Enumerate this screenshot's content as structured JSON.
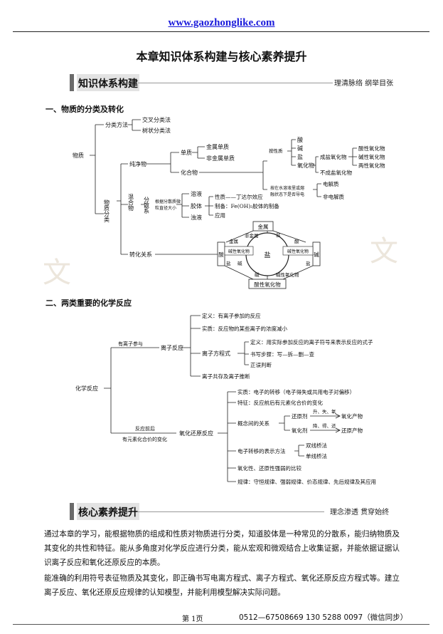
{
  "header": {
    "url": "www.gaozhonglike.com"
  },
  "title": "本章知识体系构建与核心素养提升",
  "banner1": {
    "label": "知识体系构建",
    "right": "理清脉络  纲举目张"
  },
  "section1": {
    "heading": "一、物质的分类及转化"
  },
  "tree1": {
    "root": "物质",
    "method": "分类方法",
    "methods": [
      "交叉分类法",
      "树状分类法"
    ],
    "classify": "物质分类",
    "pure": "纯净物",
    "element": "单质",
    "elements": [
      "金属单质",
      "非金属单质"
    ],
    "compound": "化合物",
    "by_property": "按性质",
    "acid": "酸",
    "base": "碱",
    "salt": "盐",
    "oxide": "氧化物",
    "salt_oxide": "成盐氧化物",
    "oxide_types": [
      "酸性氧化物",
      "碱性氧化物",
      "两性氧化物"
    ],
    "nonsalt_oxide": "不成盐氧化物",
    "by_conduct_1": "按在水溶液里或熔",
    "by_conduct_2": "融状态下是否导电",
    "electrolyte": "电解质",
    "nonelectrolyte": "非电解质",
    "mixture": "混合物",
    "dispersion": "分散系",
    "by_size_1": "根据分散质微",
    "by_size_2": "粒直径大小",
    "solution": "溶液",
    "colloid": "胶体",
    "suspension": "浊液",
    "colloid_items": [
      "性质——丁达尔效应",
      "制备：Fe(OH)₃胶体的制备",
      "应用"
    ],
    "relation": "转化关系"
  },
  "wheel": {
    "center": "盐",
    "top_box": "金属",
    "bottom_box": "酸性氧化物",
    "left_box": "酸",
    "right_box": "碱",
    "left_inner": "碱性氧化物",
    "right_inner": "碱性氧化物",
    "labels": [
      "非金属",
      "盐",
      "金属",
      "酸",
      "盐",
      "盐",
      "碱",
      "碱性氧化物",
      "碱"
    ]
  },
  "section2": {
    "heading": "二、两类重要的化学反应"
  },
  "tree2": {
    "root": "化学反应",
    "cond1": "有离子参与",
    "ionic": "离子反应",
    "ionic_def": "定义：有离子参加的反应",
    "ionic_essence": "实质：反应物的某些离子的浓度减小",
    "ionic_eq": "离子方程式",
    "eq_def": "定义：用实际参加反应的离子符号来表示反应的式子",
    "eq_steps": "书写步骤：写—拆—删—查",
    "eq_check": "正误判断",
    "coexist": "离子共存及离子推断",
    "cond2a": "反应前后",
    "cond2b": "有元素化合价的变化",
    "redox": "氧化还原反应",
    "essence": "实质：电子的转移（电子得失或共用电子对偏移）",
    "feature": "特征：反应前后有元素化合价的变化",
    "concepts": "概念间的关系",
    "reducer": "还原剂",
    "oxidizer": "氧化剂",
    "reducer_arrow": "升、失、氧",
    "oxidizer_arrow": "降、得、还",
    "ox_product": "氧化产物",
    "red_product": "还原产物",
    "transfer": "电子转移的表示方法",
    "bridges": [
      "双线桥法",
      "单线桥法"
    ],
    "compare": "氧化性、还原性强弱的比较",
    "laws": "规律：守恒规律、强弱规律、价态规律、先后规律及其应用"
  },
  "banner2": {
    "label": "核心素养提升",
    "right": "理念渗透  贯穿始终"
  },
  "paragraphs": [
    "通过本章的学习，能根据物质的组成和性质对物质进行分类，知道胶体是一种常见的分散系，能归纳物质及其变化的共性和特征。能从多角度对化学反应进行分类，能从宏观和微观结合上收集证据，并能依据证据认识离子反应和氧化还原反应的本质。",
    "能准确的利用符号表征物质及其变化，即正确书写电离方程式、离子方程式、氧化还原反应方程式等。建立离子反应、氧化还原反应规律的认知模型，并能利用模型解决实际问题。"
  ],
  "footer": {
    "page": "第 1页",
    "phone": "0512—67508669    130 5288 0097（微信同步）"
  }
}
